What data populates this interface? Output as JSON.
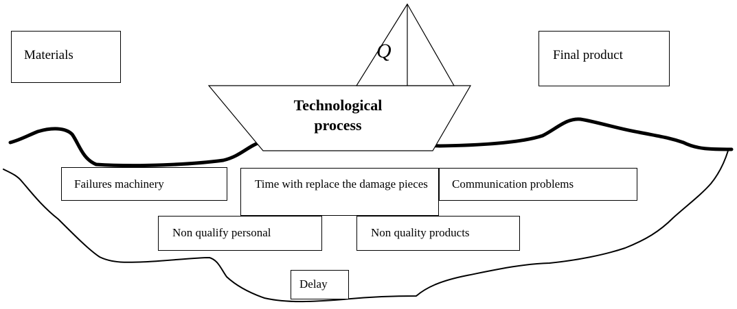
{
  "diagram": {
    "boat": {
      "title": "Technological process",
      "sail_letter": "Q"
    },
    "above_water": {
      "input_label": "Materials",
      "output_label": "Final product"
    },
    "below_water": {
      "failures": "Failures machinery",
      "replacement_time": "Time with replace the damage pieces",
      "communication": "Communication problems",
      "non_qualify": "Non qualify personal",
      "non_quality": "Non quality products",
      "delay": "Delay"
    },
    "colors": {
      "stroke": "#000000",
      "background": "#ffffff"
    }
  }
}
